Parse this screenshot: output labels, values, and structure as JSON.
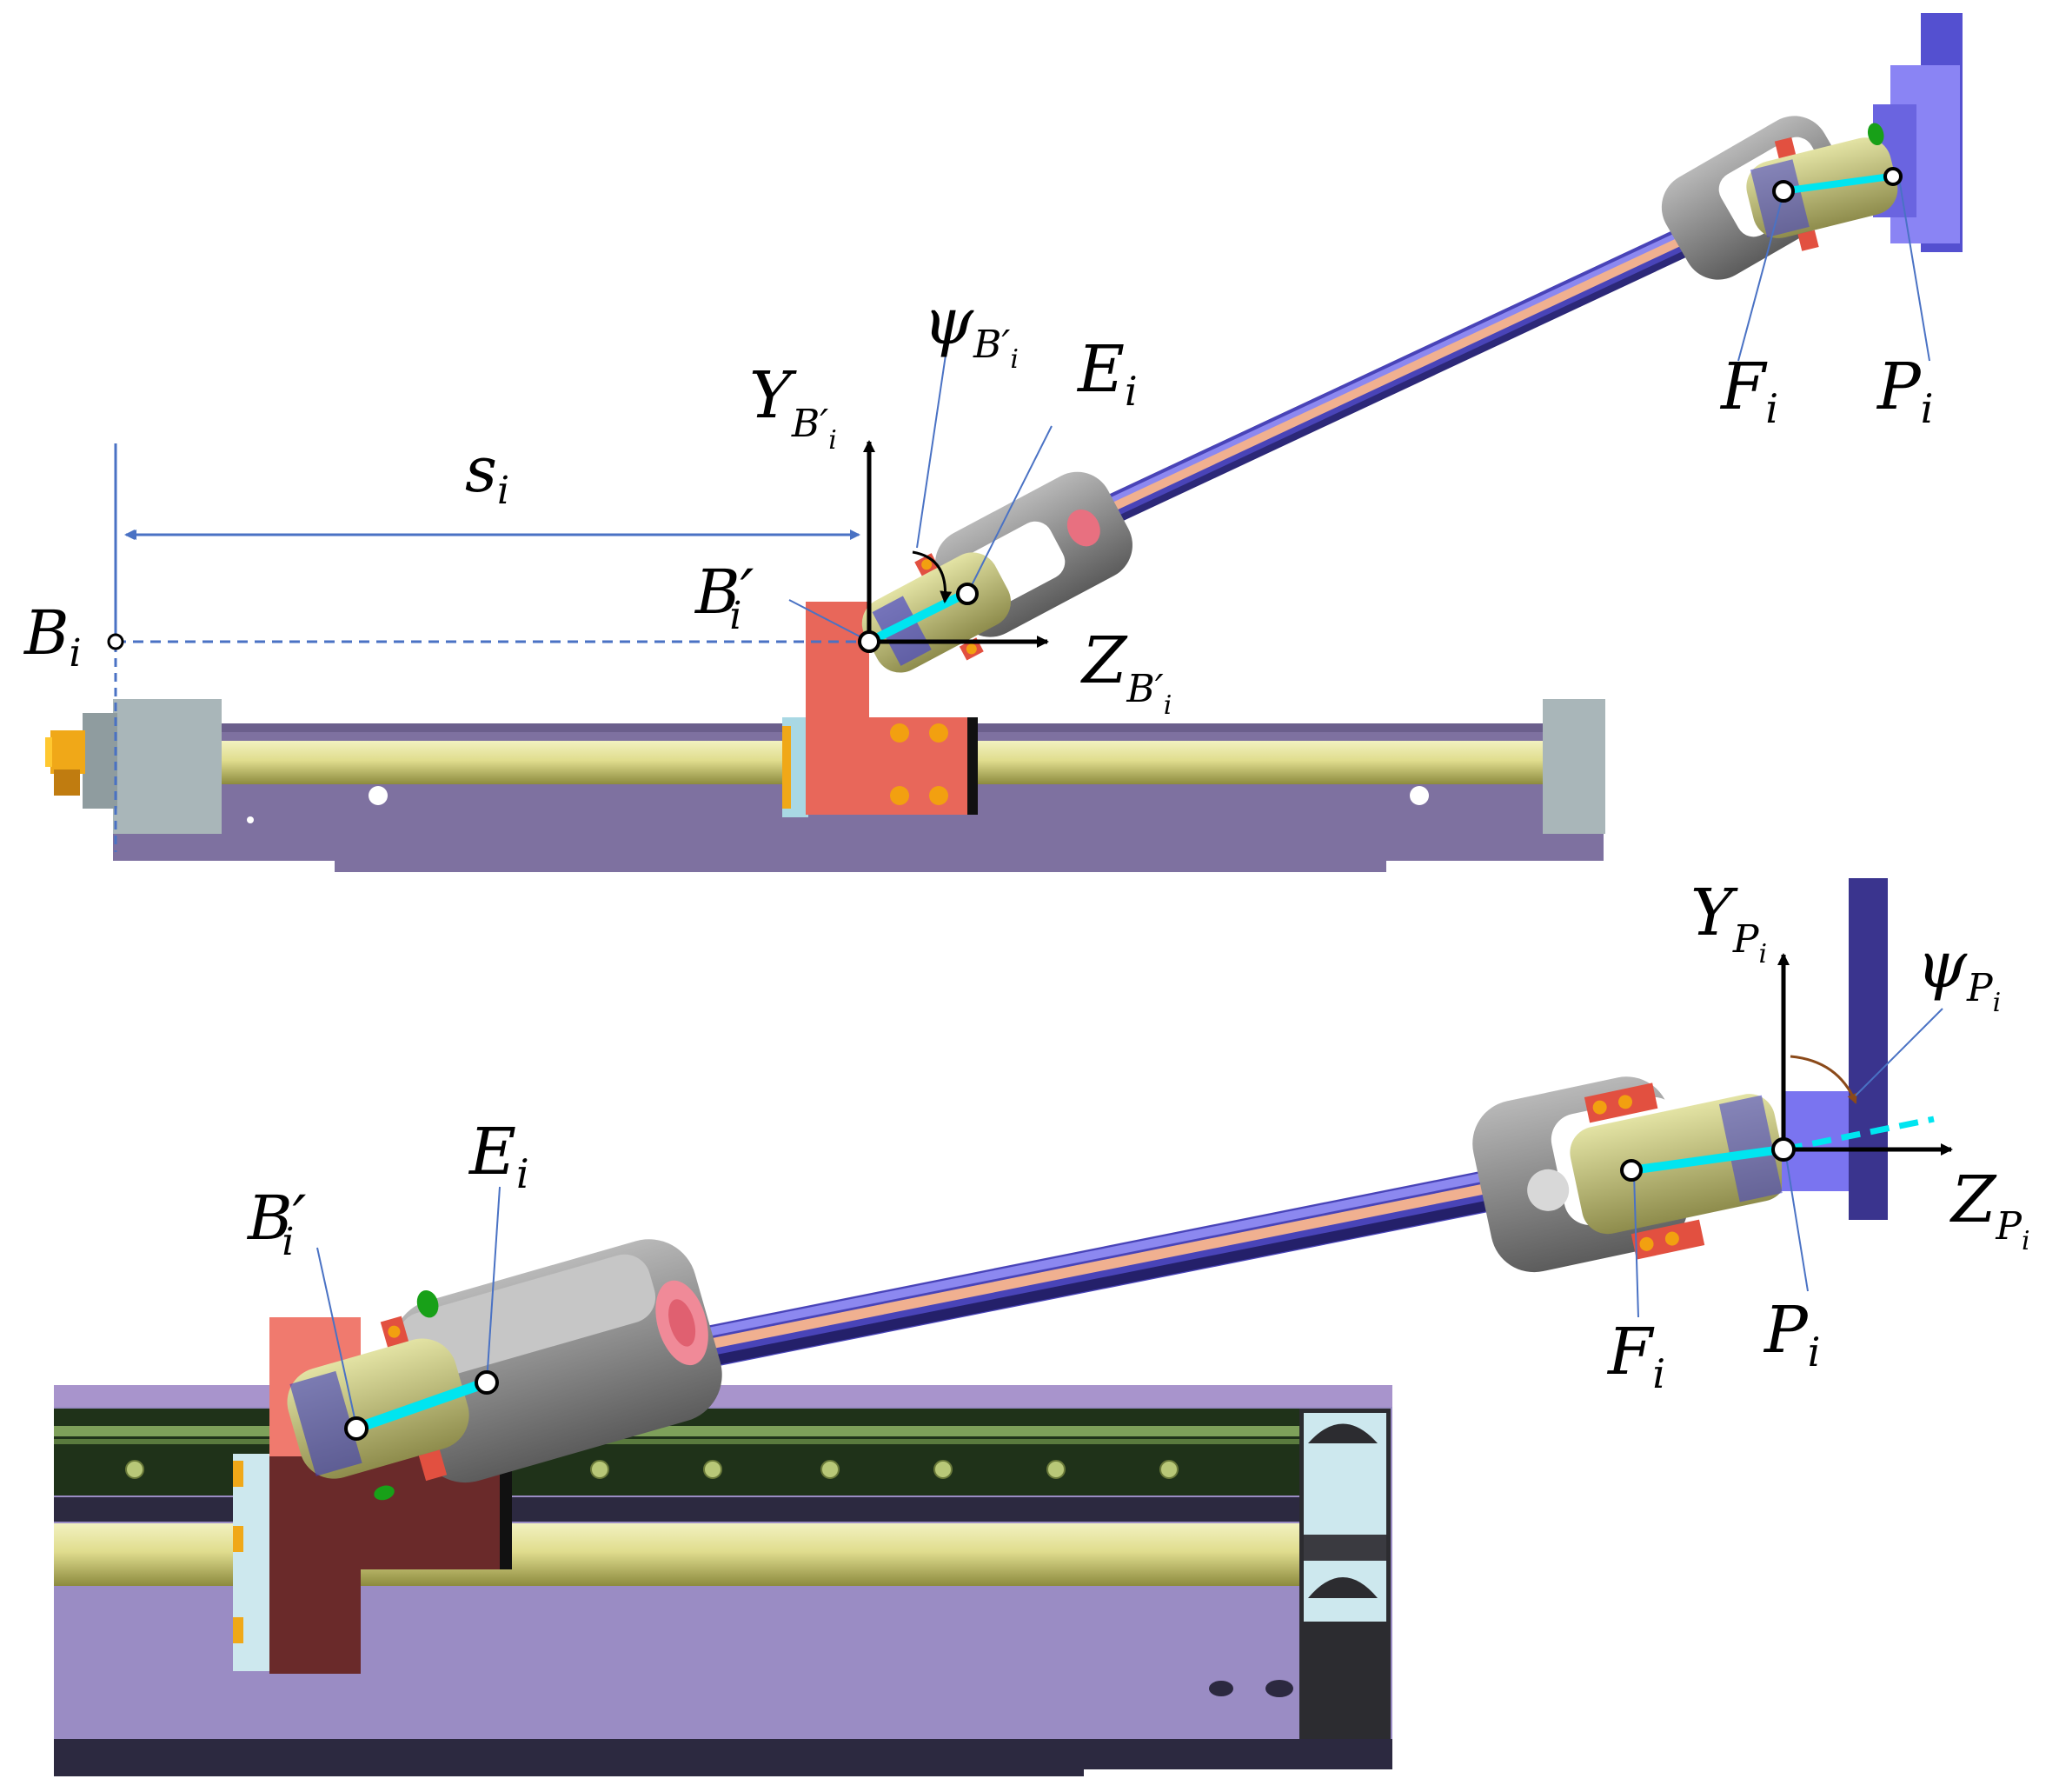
{
  "figure": {
    "top_view": {
      "labels": {
        "Bi": {
          "base": "B",
          "sub": "i"
        },
        "si": {
          "base": "s",
          "sub": "i"
        },
        "Bprime": {
          "base": "B′",
          "sub": "i"
        },
        "Y_B": {
          "base": "Y",
          "sub": "B′",
          "subsub": "i"
        },
        "Z_B": {
          "base": "Z",
          "sub": "B′",
          "subsub": "i"
        },
        "psi_B": {
          "base": "ψ",
          "sub": "B′",
          "subsub": "i"
        },
        "Ei": {
          "base": "E",
          "sub": "i"
        },
        "Fi": {
          "base": "F",
          "sub": "i"
        },
        "Pi": {
          "base": "P",
          "sub": "i"
        }
      }
    },
    "bottom_view": {
      "labels": {
        "Bprime": {
          "base": "B′",
          "sub": "i"
        },
        "Ei": {
          "base": "E",
          "sub": "i"
        },
        "Fi": {
          "base": "F",
          "sub": "i"
        },
        "Pi": {
          "base": "P",
          "sub": "i"
        },
        "Y_P": {
          "base": "Y",
          "sub": "P",
          "subsub": "i"
        },
        "Z_P": {
          "base": "Z",
          "sub": "P",
          "subsub": "i"
        },
        "psi_P": {
          "base": "ψ",
          "sub": "P",
          "subsub": "i"
        }
      }
    }
  },
  "colors": {
    "rail_purple": "#7e71a0",
    "rail_purple_light": "#9a8cc4",
    "rod_yellow": "#d9d78a",
    "carriage_red": "#e8675a",
    "carriage_dark": "#6a2a2a",
    "end_block_grey": "#a9b6b9",
    "link_blue": "#5552c8",
    "link_orange": "#f0b090",
    "cyan": "#00e5f0",
    "joint_grey": "#8a8a8a",
    "platform_blue": "#7a74f0",
    "dim_line": "#4a72c4",
    "dark_green": "#1f3219"
  }
}
